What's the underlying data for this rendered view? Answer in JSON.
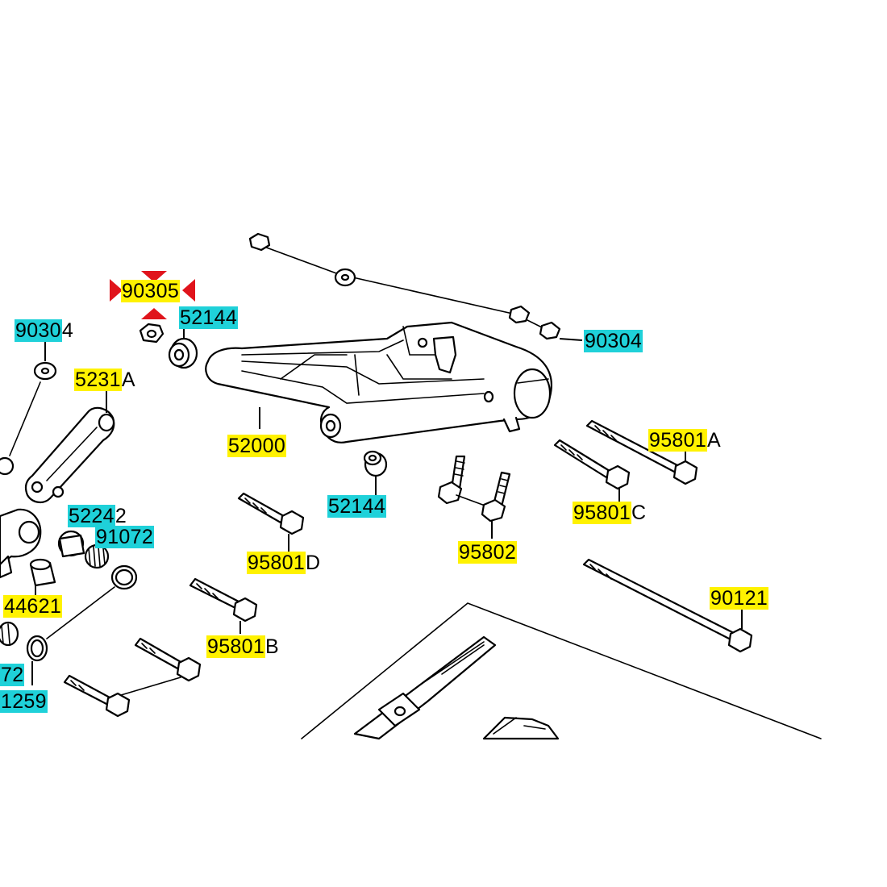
{
  "marker_color": "#e0141c",
  "highlight_yellow": "#fff200",
  "highlight_cyan": "#1fd1d9",
  "labels": [
    {
      "id": "90305",
      "hl": "90305",
      "rest": "",
      "color": "yellow",
      "marked": true
    },
    {
      "id": "52144_top",
      "hl": "52144",
      "rest": "",
      "color": "cyan"
    },
    {
      "id": "90304_left",
      "hl": "9030",
      "rest": "4",
      "color": "cyan"
    },
    {
      "id": "5231A",
      "hl": "5231",
      "rest": "A",
      "color": "yellow"
    },
    {
      "id": "90304_right",
      "hl": "90304",
      "rest": "",
      "color": "cyan"
    },
    {
      "id": "52000",
      "hl": "52000",
      "rest": "",
      "color": "yellow"
    },
    {
      "id": "95801A",
      "hl": "95801",
      "rest": "A",
      "color": "yellow"
    },
    {
      "id": "52144_bot",
      "hl": "52144",
      "rest": "",
      "color": "cyan"
    },
    {
      "id": "52242",
      "hl": "5224",
      "rest": "2",
      "color": "cyan"
    },
    {
      "id": "91072",
      "hl": "91072",
      "rest": "",
      "color": "cyan"
    },
    {
      "id": "95801C",
      "hl": "95801",
      "rest": "C",
      "color": "yellow"
    },
    {
      "id": "95801D",
      "hl": "95801",
      "rest": "D",
      "color": "yellow"
    },
    {
      "id": "95802",
      "hl": "95802",
      "rest": "",
      "color": "yellow"
    },
    {
      "id": "44621",
      "hl": "44621",
      "rest": "",
      "color": "yellow"
    },
    {
      "id": "90121",
      "hl": "90121",
      "rest": "",
      "color": "yellow"
    },
    {
      "id": "95801B",
      "hl": "95801",
      "rest": "B",
      "color": "yellow"
    },
    {
      "id": "72",
      "hl": "72",
      "rest": "",
      "color": "cyan"
    },
    {
      "id": "1259",
      "hl": "1259",
      "rest": "",
      "color": "cyan"
    }
  ]
}
